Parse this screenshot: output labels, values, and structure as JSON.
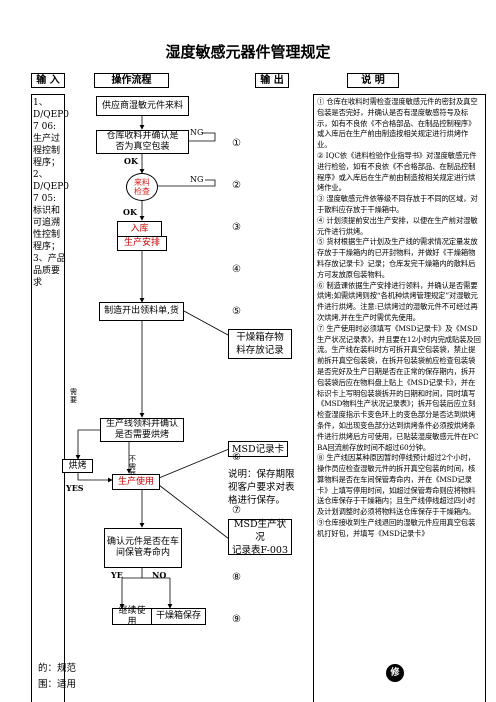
{
  "title": "湿度敏感元器件管理规定",
  "headers": {
    "input": "输 入",
    "flow": "操作流程",
    "output": "输 出",
    "desc": "说 明"
  },
  "input_col": [
    "1、",
    "D/QEP0",
    "7 06:",
    "生产过",
    "程控制",
    "程序；",
    "2、",
    "D/QEP0",
    "7 05:",
    "标识和",
    "可追溯",
    "性控制",
    "程序；",
    "3、产品",
    "品质要",
    "求"
  ],
  "flow": {
    "supplier": "供应商湿敏元件来料",
    "warehouse_check_1": "仓库收料并确认是",
    "warehouse_check_2": "否为真空包装",
    "incoming_1": "来料",
    "incoming_2": "检查",
    "store": "入库",
    "schedule": "生产安排",
    "pick": "制造开出领料单,货",
    "confirm_1": "生产线领料并确认",
    "confirm_2": "是否需要烘烤",
    "need": "需要",
    "no_need": "不需要",
    "bake": "烘烤",
    "use": "生产使用",
    "life_1": "确认元件是否在车",
    "life_2": "间保管寿命内",
    "continue": "继续使用",
    "dry_store": "干燥箱保存",
    "ng1": "NG",
    "ng2": "NG",
    "ok1": "OK",
    "ok2": "OK",
    "yes1": "YES",
    "ye": "YE",
    "no": "NO"
  },
  "outputs": {
    "dry_box_1": "干燥箱存物",
    "dry_box_2": "料存放记录",
    "msd_card": "MSD记录卡",
    "note_1": "说明：保存期限",
    "note_2": "视客户要求对表",
    "note_3": "格进行保存。",
    "msd_status_1": "MSD生产状况",
    "msd_status_2": "记录表F-003"
  },
  "step_numbers": [
    "①",
    "②",
    "③",
    "④",
    "⑤",
    "⑥",
    "⑦",
    "⑧",
    "⑨"
  ],
  "description": [
    "① 仓库在收料时需检查湿度敏感元件的密封及真空包装是否完好，并确认是否有湿度敏感符号及标示，如有不良依《不合格部品、在制品控制程序》或入库后在生产前由制造按相关规定进行烘烤作业。",
    "② IQC依《进料检验作业指导书》对湿度敏感元件进行检验，如有不良依《不合格部品、在制品控制程序》或入库后在生产前由制造按相关规定进行烘烤作业。",
    "③ 湿度敏感元件依等级不同存放于不同的区域，对于散料应存放于干燥箱中。",
    "④ 计划须提前安出生产安排，以便在生产前对湿敏元件进行烘烤。",
    "⑤ 货材根据生产计划及生产线的需求情况定量发放存放于干燥箱内的已开封物料，并做好《干燥箱物料存放记录卡》记录；仓库发完干燥箱内的散料后方可发放原包装物料。",
    "⑥ 制造课依据生产安排进行领料，并确认是否需要烘烤;如需烘烤则按“各机种烘烤管理规定”对湿敏元件进行烘烤。注意:已烘烤过的湿敏元件不可经过再次烘烤,并在生产时需优先使用。",
    "⑦ 生产使用时必须填写《MSD记录卡》及《MSD生产状况记录表》，并且要在12小时内完成贴装及回流。生产线在装料时方可拆开真空包装袋，禁止提前拆开真空包装袋，在拆开包装袋前应检查包装袋是否完好及生产日期是否在正常的保存期内，拆开包装袋后应在物料盘上贴上《MSD记录卡》，并在标识卡上写明包装袋拆开的日期和时间，同时填写《MSD物料生产状况记录表》；拆开包装后应立刻检查湿度指示卡变色环上的变色部分是否达到烘烤条件，如出现变色部分达到烘烤条件必须按烘烤条件进行烘烤后方可使用，已贴装湿度敏感元件在PCBA回流前存放时间不超过60分钟。",
    "⑧ 生产线因某种原因暂时停线预计超过2个小时，操作员应检查湿敏元件的拆开真空包装的时间，核算物料是否在车间保管寿命内，并在《MSD记录卡》上填写停用时间，如超过保管寿命则应将物料送仓库保存于干燥箱内；且生产线停线超过四小时及计划调整时必须将物料送仓库保存于干燥箱内。",
    "⑨仓库接收到生产线退回的湿敏元件应用真空包装机打好包，并填写《MSD记录卡》"
  ],
  "seal": "修",
  "footer_1": "的：规范",
  "footer_2": "围：适用"
}
